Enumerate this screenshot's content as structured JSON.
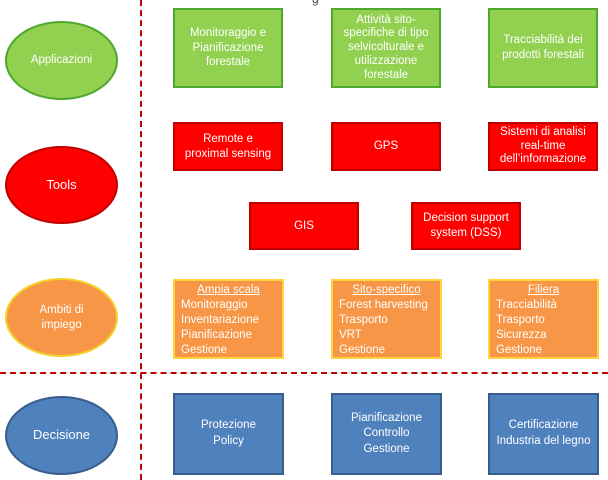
{
  "header": {
    "cut_text": "g"
  },
  "rows": {
    "applicazioni": {
      "label": "Applicazioni",
      "boxes": [
        [
          "Monitoraggio e",
          "Pianificazione",
          "forestale"
        ],
        [
          "Attività sito-",
          "specifiche di tipo",
          "selvicolturale e",
          "utilizzazione",
          "forestale"
        ],
        [
          "Tracciabilità dei",
          "prodotti forestali"
        ]
      ]
    },
    "tools": {
      "label": "Tools",
      "boxes": [
        [
          "Remote e",
          "proximal sensing"
        ],
        [
          "GPS"
        ],
        [
          "Sistemi di analisi",
          "real-time",
          "dell’informazione"
        ],
        [
          "GIS"
        ],
        [
          "Decision support",
          "system (DSS)"
        ]
      ]
    },
    "ambiti": {
      "label_lines": [
        "Ambiti di",
        "impiego"
      ],
      "boxes": [
        {
          "head": "Ampia scala",
          "items": [
            "Monitoraggio",
            "Inventariazione",
            "Pianificazione",
            "Gestione"
          ]
        },
        {
          "head": "Sito-specifico",
          "items": [
            "Forest harvesting",
            "Trasporto",
            "VRT",
            "Gestione"
          ]
        },
        {
          "head": "Filiera",
          "items": [
            "Tracciabilità",
            "Trasporto",
            "Sicurezza",
            "Gestione"
          ]
        }
      ]
    },
    "decisione": {
      "label": "Decisione",
      "boxes": [
        [
          "Protezione",
          "Policy"
        ],
        [
          "Pianificazione",
          "Controllo",
          "Gestione"
        ],
        [
          "Certificazione",
          "Industria del legno"
        ]
      ]
    }
  },
  "colors": {
    "green": "#92d050",
    "red": "#ff0000",
    "orange": "#f79646",
    "blue": "#4f81bd",
    "divider": "#c00000"
  }
}
